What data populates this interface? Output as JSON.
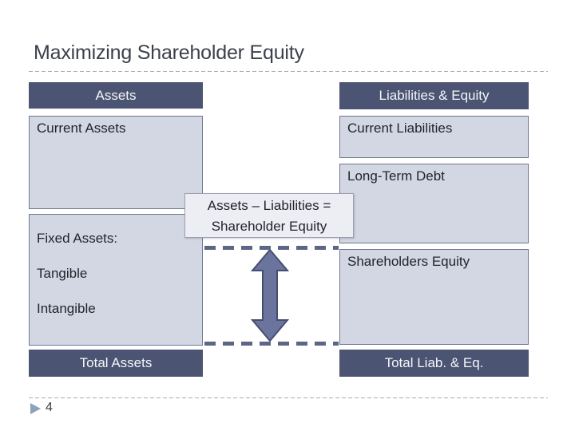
{
  "slide": {
    "title": "Maximizing Shareholder Equity",
    "page_number": "4"
  },
  "balance_sheet": {
    "assets": {
      "header": "Assets",
      "current_assets": "Current Assets",
      "fixed_assets_lines": [
        "Fixed Assets:",
        "Tangible",
        "Intangible"
      ],
      "total": "Total Assets"
    },
    "liabilities_equity": {
      "header": "Liabilities & Equity",
      "current_liabilities": "Current Liabilities",
      "long_term_debt": "Long-Term Debt",
      "shareholders_equity": "Shareholders Equity",
      "total": "Total Liab. & Eq."
    },
    "equation": {
      "line1": "Assets – Liabilities =",
      "line2": "Shareholder Equity"
    }
  },
  "colors": {
    "header_box_fill": "#4b5472",
    "light_box_fill": "#d3d7e3",
    "light_box_border": "#6f7791",
    "equation_box_fill": "#edeef3",
    "arrow_fill": "#6b749d",
    "arrow_stroke": "#454e6f",
    "dashed_guide": "#5d6684",
    "page_marker": "#8ca3ba",
    "title_text": "#3d404c"
  }
}
